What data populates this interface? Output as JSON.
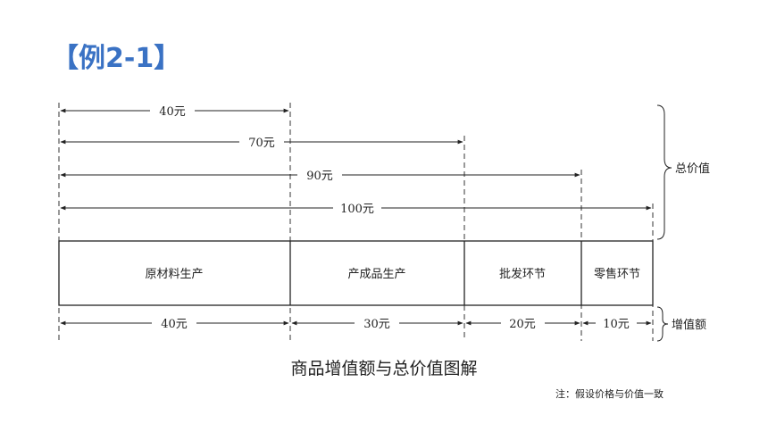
{
  "title": "【例2-1】",
  "total_value": {
    "label": "总价值",
    "arrows": [
      "40元",
      "70元",
      "90元",
      "100元"
    ]
  },
  "stages": [
    "原材料生产",
    "产成品生产",
    "批发环节",
    "零售环节"
  ],
  "value_added": {
    "label": "增值额",
    "arrows": [
      "40元",
      "30元",
      "20元",
      "10元"
    ]
  },
  "caption": "商品增值额与总价值图解",
  "note": "注：假设价格与价值一致"
}
